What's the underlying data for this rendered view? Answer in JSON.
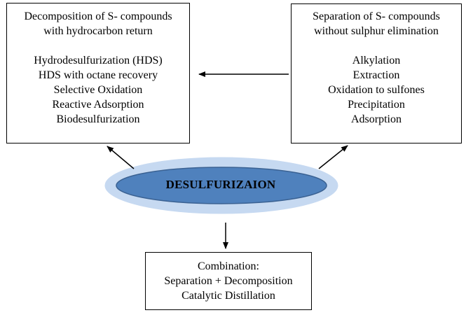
{
  "center": {
    "label": "DESULFURIZAION",
    "fill_outer": "#c6d9f1",
    "fill_inner": "#4f81bd",
    "stroke": "#3a6192"
  },
  "left_box": {
    "heading": [
      "Decomposition of S- compounds",
      "with hydrocarbon return"
    ],
    "items": [
      "Hydrodesulfurization (HDS)",
      "HDS with octane recovery",
      "Selective Oxidation",
      "Reactive Adsorption",
      "Biodesulfurization"
    ]
  },
  "right_box": {
    "heading": [
      "Separation of S- compounds",
      "without sulphur elimination"
    ],
    "items": [
      "Alkylation",
      "Extraction",
      "Oxidation to sulfones",
      "Precipitation",
      "Adsorption"
    ]
  },
  "bottom_box": {
    "lines": [
      "Combination:",
      "Separation + Decomposition",
      "Catalytic Distillation"
    ]
  }
}
